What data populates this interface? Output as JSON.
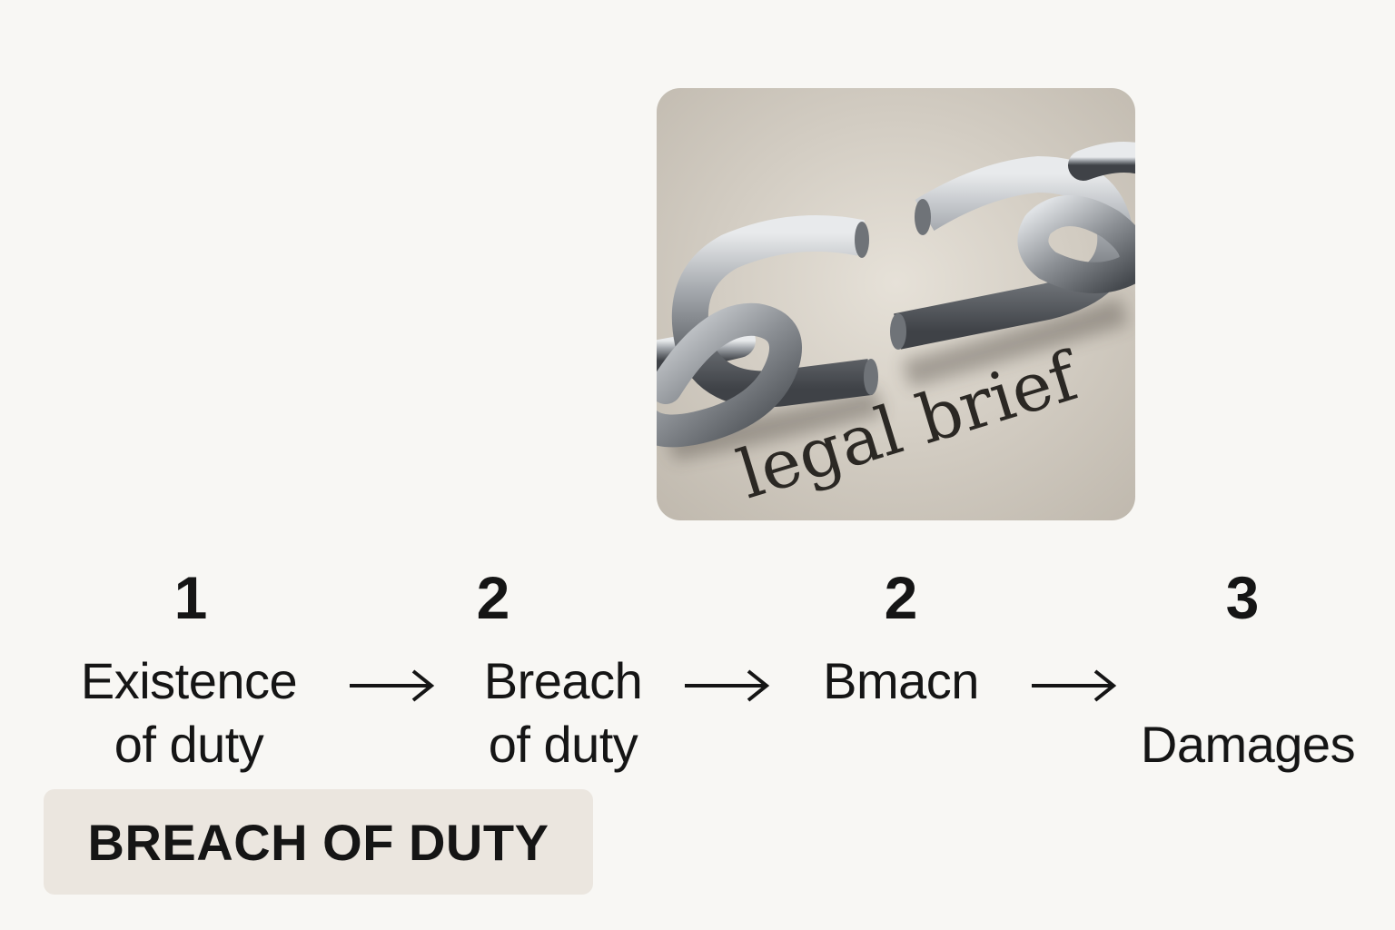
{
  "image": {
    "caption": "legal brief",
    "colors": {
      "paper": "#d9d3c9",
      "chain": "#8e9297",
      "chain_highlight": "#e8eaec",
      "chain_shadow": "#4a4e53"
    }
  },
  "steps": [
    {
      "number": "1",
      "label_line1": "Existence",
      "label_line2": "of duty"
    },
    {
      "number": "2",
      "label_line1": "Breach",
      "label_line2": "of duty"
    },
    {
      "number": "2",
      "label_line1": "Bmacn",
      "label_line2": ""
    },
    {
      "number": "3",
      "label_line1": "",
      "label_line2": "Damages"
    }
  ],
  "arrows": [
    "arrow-right-icon",
    "arrow-right-icon",
    "arrow-right-icon"
  ],
  "badge": {
    "text": "BREACH OF DUTY",
    "color": "#ebe6df"
  },
  "colors": {
    "background": "#f8f7f4",
    "text": "#151515"
  }
}
